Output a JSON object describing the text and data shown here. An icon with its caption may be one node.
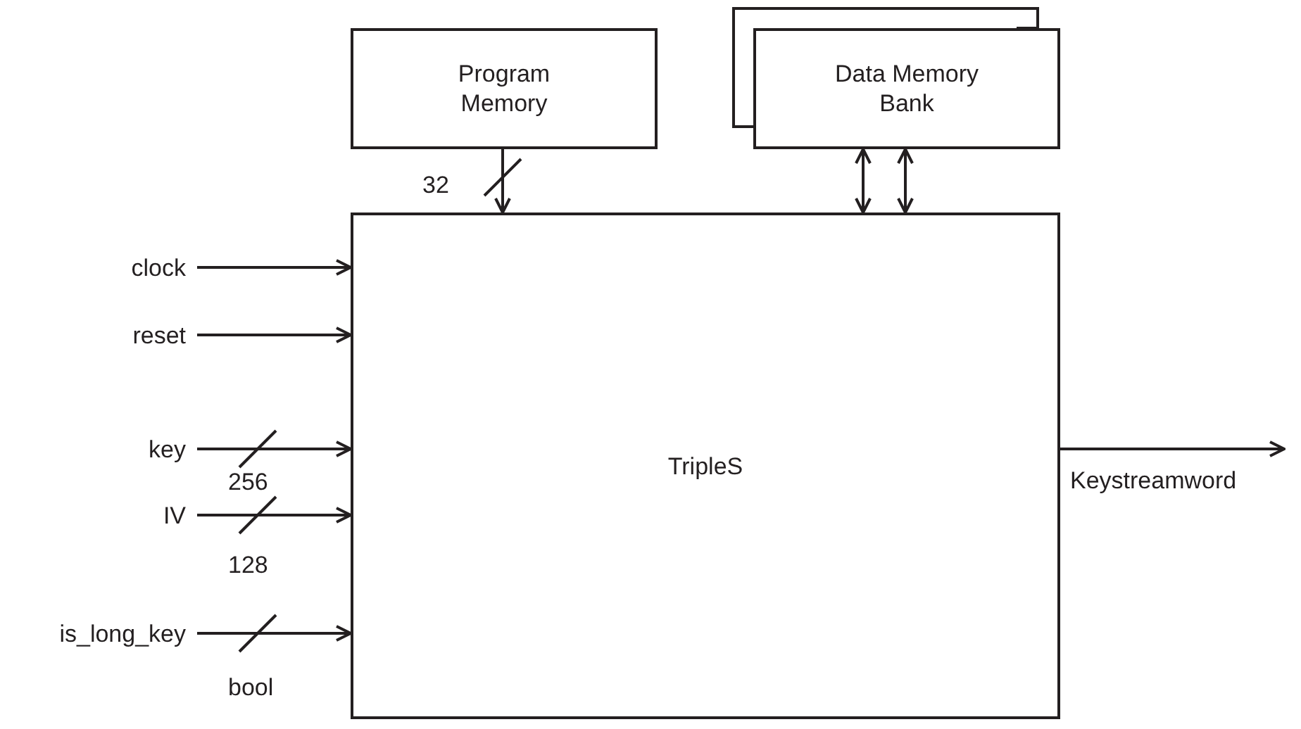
{
  "diagram": {
    "nodes": [
      {
        "text": [
          "Program Memory"
        ]
      },
      {
        "text": [],
        "shape": "box"
      },
      {
        "text": [
          "Data Memory Bank"
        ]
      },
      {
        "text": [
          "TripleS"
        ]
      },
      {
        "text": [
          "clock"
        ]
      },
      {
        "text": [
          "reset"
        ]
      },
      {
        "text": [
          "key"
        ]
      },
      {
        "text": [
          "IV"
        ]
      },
      {
        "text": [
          "is_long_key"
        ]
      }
    ],
    "edges": [
      {
        "from": 0,
        "to": 3,
        "arrow": "to",
        "label": "32"
      },
      {
        "from": 2,
        "to": 3,
        "arrow": "both"
      },
      {
        "from": 2,
        "to": 3,
        "arrow": "both"
      },
      {
        "from": 4,
        "to": 3,
        "arrow": "to"
      },
      {
        "from": 5,
        "to": 3,
        "arrow": "to"
      },
      {
        "from": 6,
        "to": 3,
        "arrow": "to",
        "label": "256"
      },
      {
        "from": 7,
        "to": 3,
        "arrow": "to",
        "label": "128"
      },
      {
        "from": 8,
        "to": 3,
        "arrow": "to",
        "label": "bool"
      },
      {
        "from": 3,
        "to": null,
        "arrow": "to",
        "label": "Keystreamword"
      }
    ]
  }
}
